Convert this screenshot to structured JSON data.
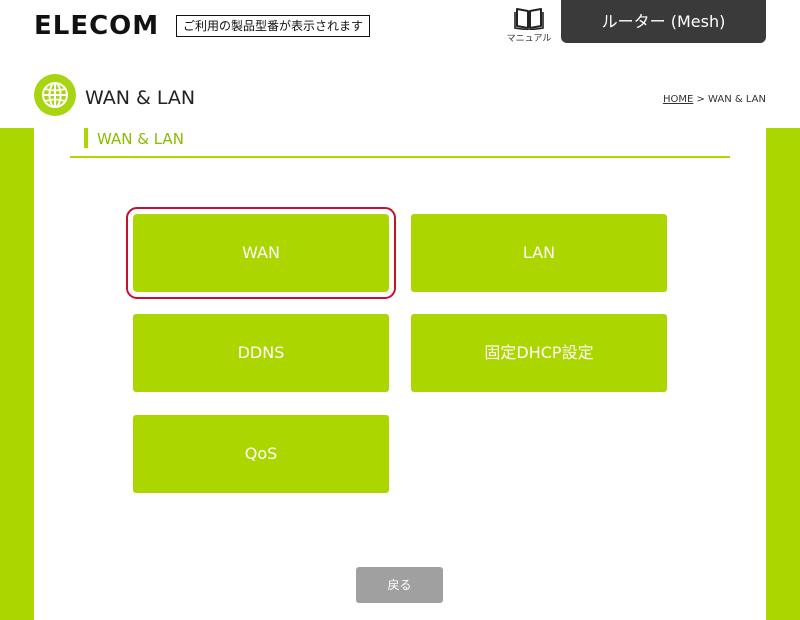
{
  "header": {
    "logo": "ELECOM",
    "model_notice": "ご利用の製品型番が表示されます",
    "manual_label": "マニュアル",
    "router_tab": "ルーター (Mesh)"
  },
  "title_bar": {
    "title": "WAN & LAN",
    "breadcrumb_home": "HOME",
    "breadcrumb_sep": " > ",
    "breadcrumb_current": "WAN & LAN"
  },
  "section": {
    "title": "WAN & LAN"
  },
  "menu": {
    "wan": "WAN",
    "lan": "LAN",
    "ddns": "DDNS",
    "dhcp": "固定DHCP設定",
    "qos": "QoS",
    "selected": "wan"
  },
  "footer": {
    "back_label": "戻る"
  },
  "colors": {
    "accent_green": "#acd600",
    "dark_tab": "#3a3a3a",
    "selection_red": "#c8102e",
    "back_gray": "#a0a0a0"
  },
  "icons": {
    "manual": "book-icon",
    "title": "globe-icon"
  }
}
